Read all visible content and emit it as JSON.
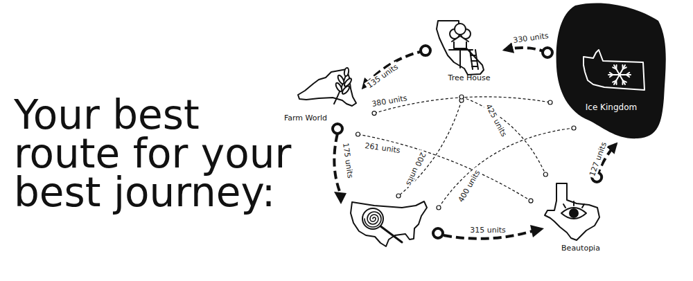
{
  "diagram": {
    "title": "Your best route for your best journey:",
    "nodes": [
      {
        "text": [
          "Tree House"
        ]
      },
      {
        "text": [
          "Ice Kingdom"
        ]
      },
      {
        "text": [
          "Farm World"
        ]
      },
      {
        "text": [
          "Beautopia"
        ]
      }
    ],
    "edges": [
      {
        "from": 1,
        "to": 0,
        "label": "330 units",
        "arrow": "to"
      },
      {
        "from": 0,
        "to": 2,
        "label": "135 units",
        "arrow": "to"
      },
      {
        "from": 3,
        "to": 1,
        "label": "127 units",
        "arrow": "to"
      },
      {
        "from": 2,
        "to": 1,
        "label": "380 units",
        "arrow": "none"
      },
      {
        "from": 0,
        "to": 3,
        "label": "425 units",
        "arrow": "none"
      },
      {
        "from": 2,
        "to": 3,
        "label": "261 units",
        "arrow": "none"
      }
    ],
    "labels": [
      "175 units",
      "315 units",
      "200 units",
      "400 units"
    ]
  }
}
